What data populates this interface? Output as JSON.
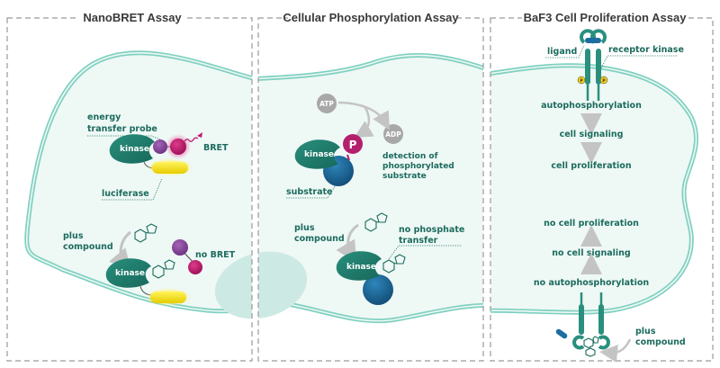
{
  "panels": [
    {
      "title": "NanoBRET Assay",
      "labels": {
        "energy_probe_l1": "energy",
        "energy_probe_l2": "transfer probe",
        "kinase": "kinase",
        "bret": "BRET",
        "luciferase": "luciferase",
        "plus_l1": "plus",
        "plus_l2": "compound",
        "kinase2": "kinase",
        "no_bret": "no BRET"
      }
    },
    {
      "title": "Cellular Phosphorylation Assay",
      "labels": {
        "atp": "ATP",
        "adp": "ADP",
        "p": "P",
        "kinase": "kinase",
        "detection_l1": "detection of",
        "detection_l2": "phosphorylated",
        "detection_l3": "substrate",
        "substrate": "substrate",
        "plus_l1": "plus",
        "plus_l2": "compound",
        "no_phos_l1": "no phosphate",
        "no_phos_l2": "transfer",
        "kinase2": "kinase"
      }
    },
    {
      "title": "BaF3 Cell Proliferation Assay",
      "labels": {
        "ligand": "ligand",
        "receptor_kinase": "receptor kinase",
        "p": "P",
        "step1": "autophosphorylation",
        "step2": "cell signaling",
        "step3": "cell proliferation",
        "nstep3": "no cell proliferation",
        "nstep2": "no cell signaling",
        "nstep1": "no autophosphorylation",
        "plus_l1": "plus",
        "plus_l2": "compound"
      }
    }
  ],
  "colors": {
    "kinase": "#1e7a6b",
    "probe": "#8a4a9e",
    "bret_emitter": "#c0196e",
    "luciferase": "#f5e21a",
    "substrate": "#1d6ea0",
    "phosphate": "#b5206e",
    "membrane": "#7fd0c1",
    "cytoplasm": "#eef8f5",
    "nucleus": "#cde9e3",
    "label": "#1c6b5e",
    "arrow": "#c4c4c4",
    "atp_adp": "#a8a8a8"
  }
}
